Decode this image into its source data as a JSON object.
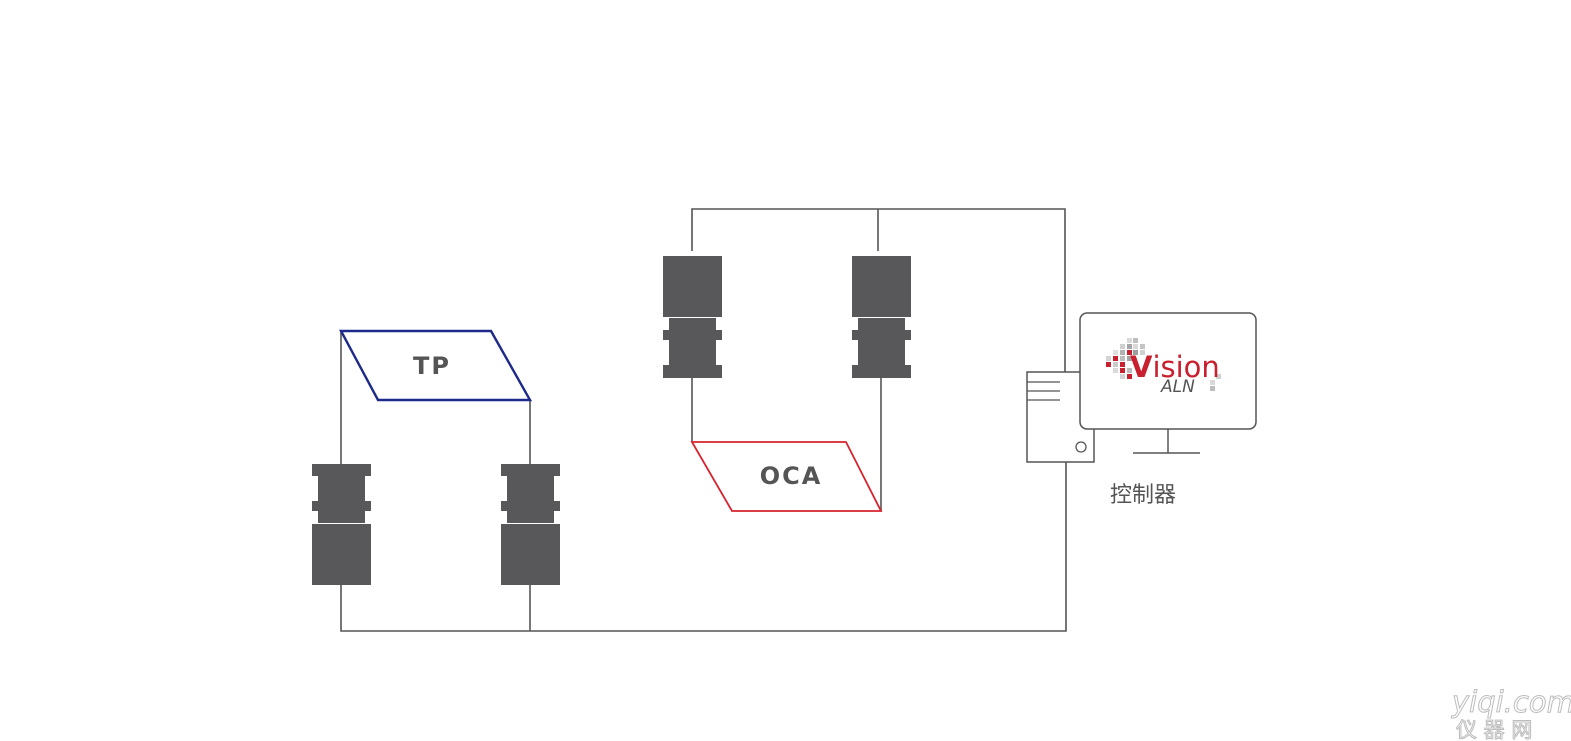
{
  "diagram": {
    "tp_label": "TP",
    "oca_label": "OCA",
    "controller_label": "控制器",
    "logo": {
      "word_v": "V",
      "word_rest": "ision",
      "sub": "ALN"
    },
    "colors": {
      "camera": "#58585a",
      "wire": "#555555",
      "tp_border": "#1d2a8a",
      "oca_border": "#d8232f",
      "logo_red": "#c8202e"
    }
  },
  "watermark": {
    "line1": "yiqi.com",
    "line2": "仪 器 网"
  }
}
